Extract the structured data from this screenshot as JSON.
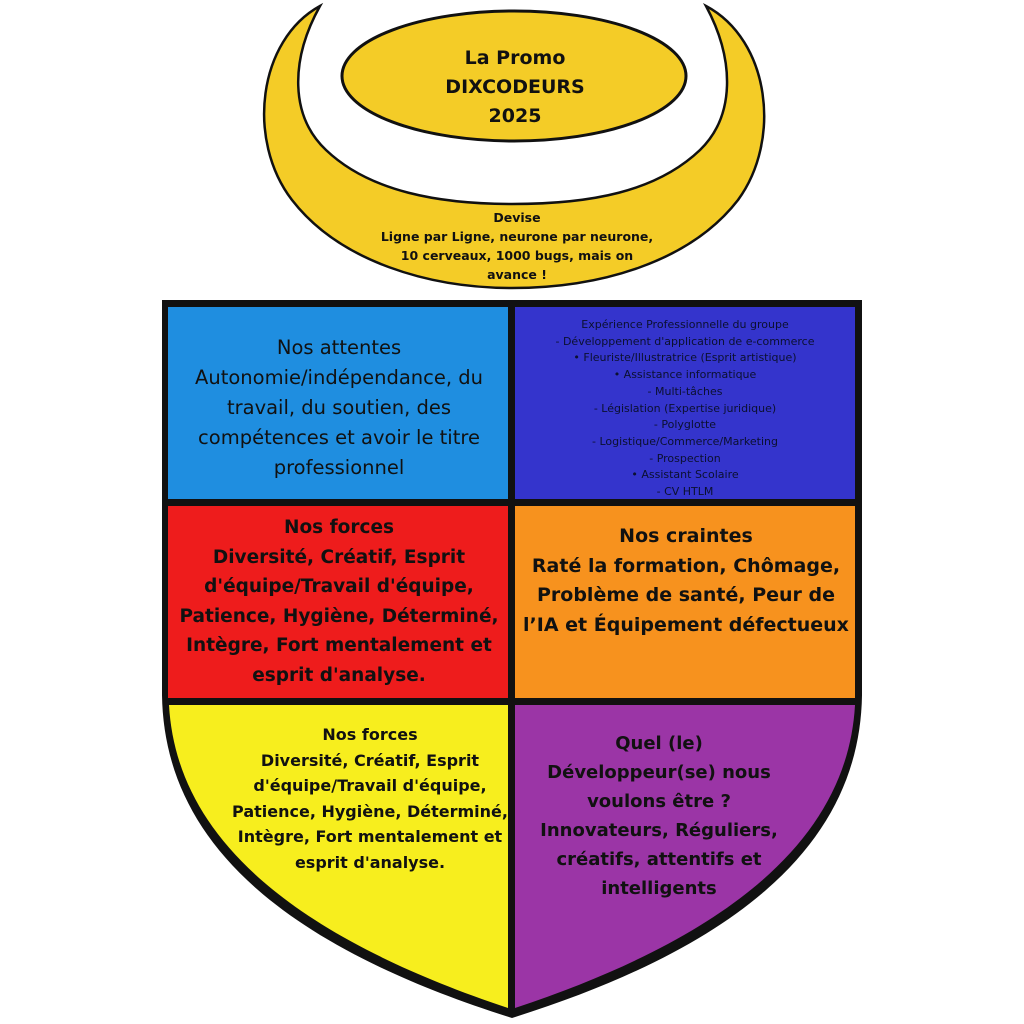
{
  "header": {
    "title_line1": "La Promo",
    "title_line2": "DIXCODEURS 2025",
    "motto_label": "Devise",
    "motto_lines": [
      "Ligne par Ligne, neurone par neurone,",
      "10 cerveaux, 1000 bugs, mais on",
      "avance !"
    ]
  },
  "quadrants": {
    "attentes": {
      "title": "Nos attentes",
      "text": "Autonomie/indépendance, du travail, du soutien, des compétences et avoir le titre professionnel",
      "color": "#1f8ee0"
    },
    "experience": {
      "title": "Expérience Professionnelle du groupe",
      "items": [
        "- Développement d'application de e-commerce",
        "•   Fleuriste/Illustratrice (Esprit artistique)",
        "•   Assistance informatique",
        "- Multi-tâches",
        "- Législation (Expertise juridique)",
        "- Polyglotte",
        "- Logistique/Commerce/Marketing",
        "- Prospection",
        "•   Assistant Scolaire",
        "- CV HTLM"
      ],
      "color": "#3434cc"
    },
    "forces_red": {
      "title": "Nos forces",
      "text": "Diversité, Créatif, Esprit d'équipe/Travail d'équipe, Patience, Hygiène, Déterminé, Intègre, Fort mentalement et esprit d'analyse.",
      "color": "#ee1c1c"
    },
    "craintes": {
      "title": "Nos craintes",
      "text": "Raté la formation, Chômage, Problème de santé, Peur de l’IA et Équipement défectueux",
      "color": "#f7921e"
    },
    "forces_yellow": {
      "title": "Nos forces",
      "text": "Diversité, Créatif, Esprit d'équipe/Travail d'équipe, Patience, Hygiène, Déterminé, Intègre, Fort mentalement et esprit d'analyse.",
      "color": "#f7ee1e"
    },
    "developpeur": {
      "title": "Quel (le) Développeur(se) nous voulons être ?",
      "text": "Innovateurs, Réguliers, créatifs, attentifs et intelligents",
      "color": "#9b35a6"
    }
  },
  "colors": {
    "crest_gold": "#f4cc27",
    "outline": "#111111"
  }
}
